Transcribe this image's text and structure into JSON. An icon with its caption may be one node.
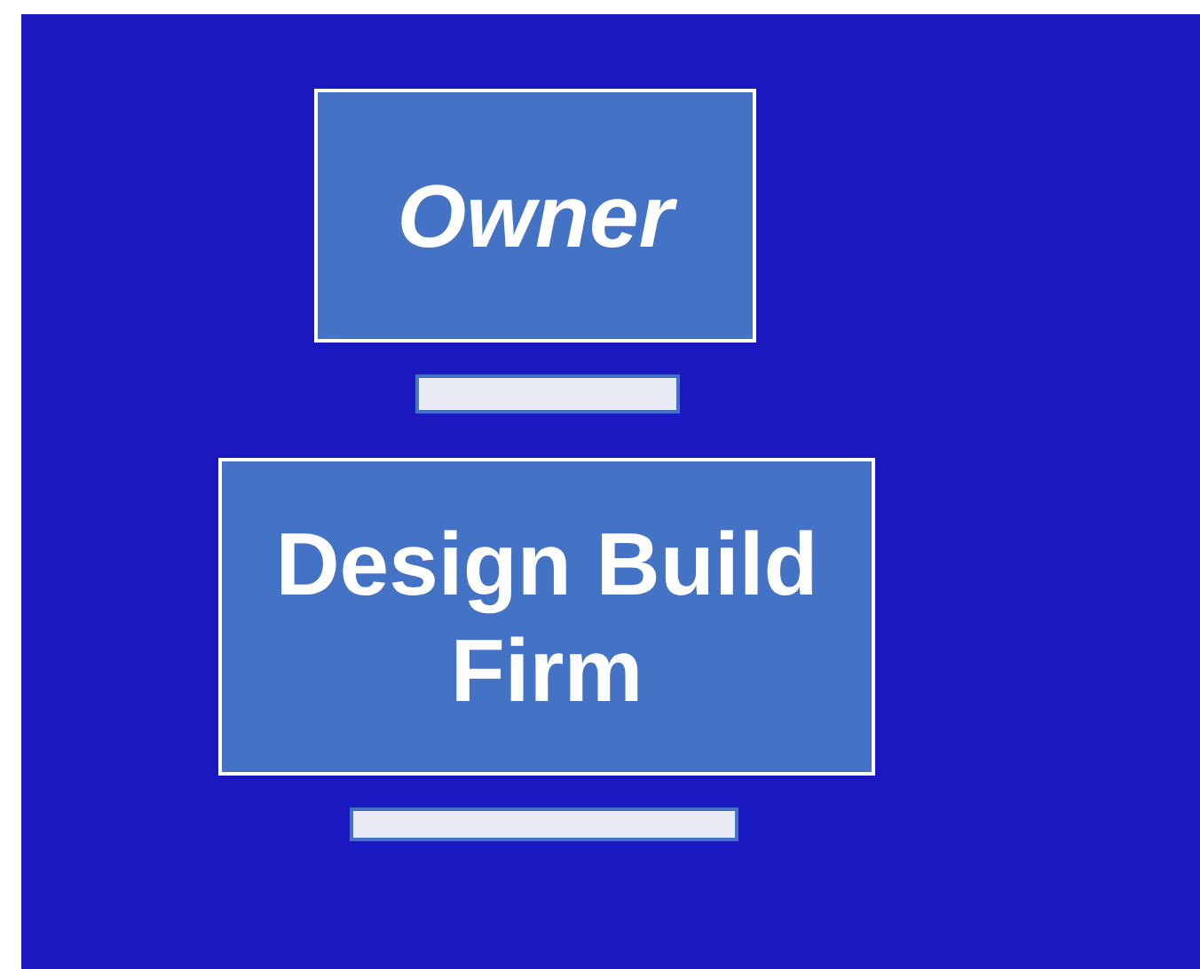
{
  "diagram": {
    "nodes": [
      {
        "text": [
          "Owner"
        ]
      },
      {
        "text": [],
        "shape": "bar"
      },
      {
        "text": [
          "Design Build Firm"
        ]
      },
      {
        "text": [],
        "shape": "bar"
      }
    ]
  }
}
